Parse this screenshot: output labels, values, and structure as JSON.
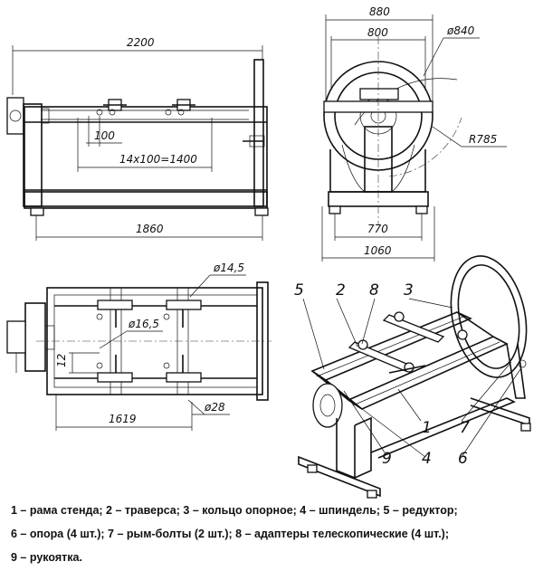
{
  "dimensions": {
    "side_total_length": "2200",
    "side_traverse_step": "100",
    "side_traverse_range": "14x100=1400",
    "side_base_length": "1860",
    "front_width": "880",
    "front_inner_width": "800",
    "front_ring_diameter": "ø840",
    "front_ring_radius": "R785",
    "front_base_inner": "770",
    "front_base_outer": "1060",
    "top_hole_diameter": "ø14,5",
    "top_spindle_diameter": "ø16,5",
    "top_offset": "12",
    "top_adapter_diameter": "ø28",
    "top_length": "1619"
  },
  "callouts": [
    "5",
    "2",
    "8",
    "3",
    "1",
    "7",
    "9",
    "4",
    "6"
  ],
  "legend": {
    "line1": "1 – рама стенда; 2 – траверса; 3 – кольцо опорное; 4 – шпиндель; 5 – редуктор;",
    "line2": "6 – опора (4 шт.); 7 – рым-болты (2 шт.); 8 – адаптеры телескопические (4 шт.);",
    "line3": "9 – рукоятка."
  }
}
